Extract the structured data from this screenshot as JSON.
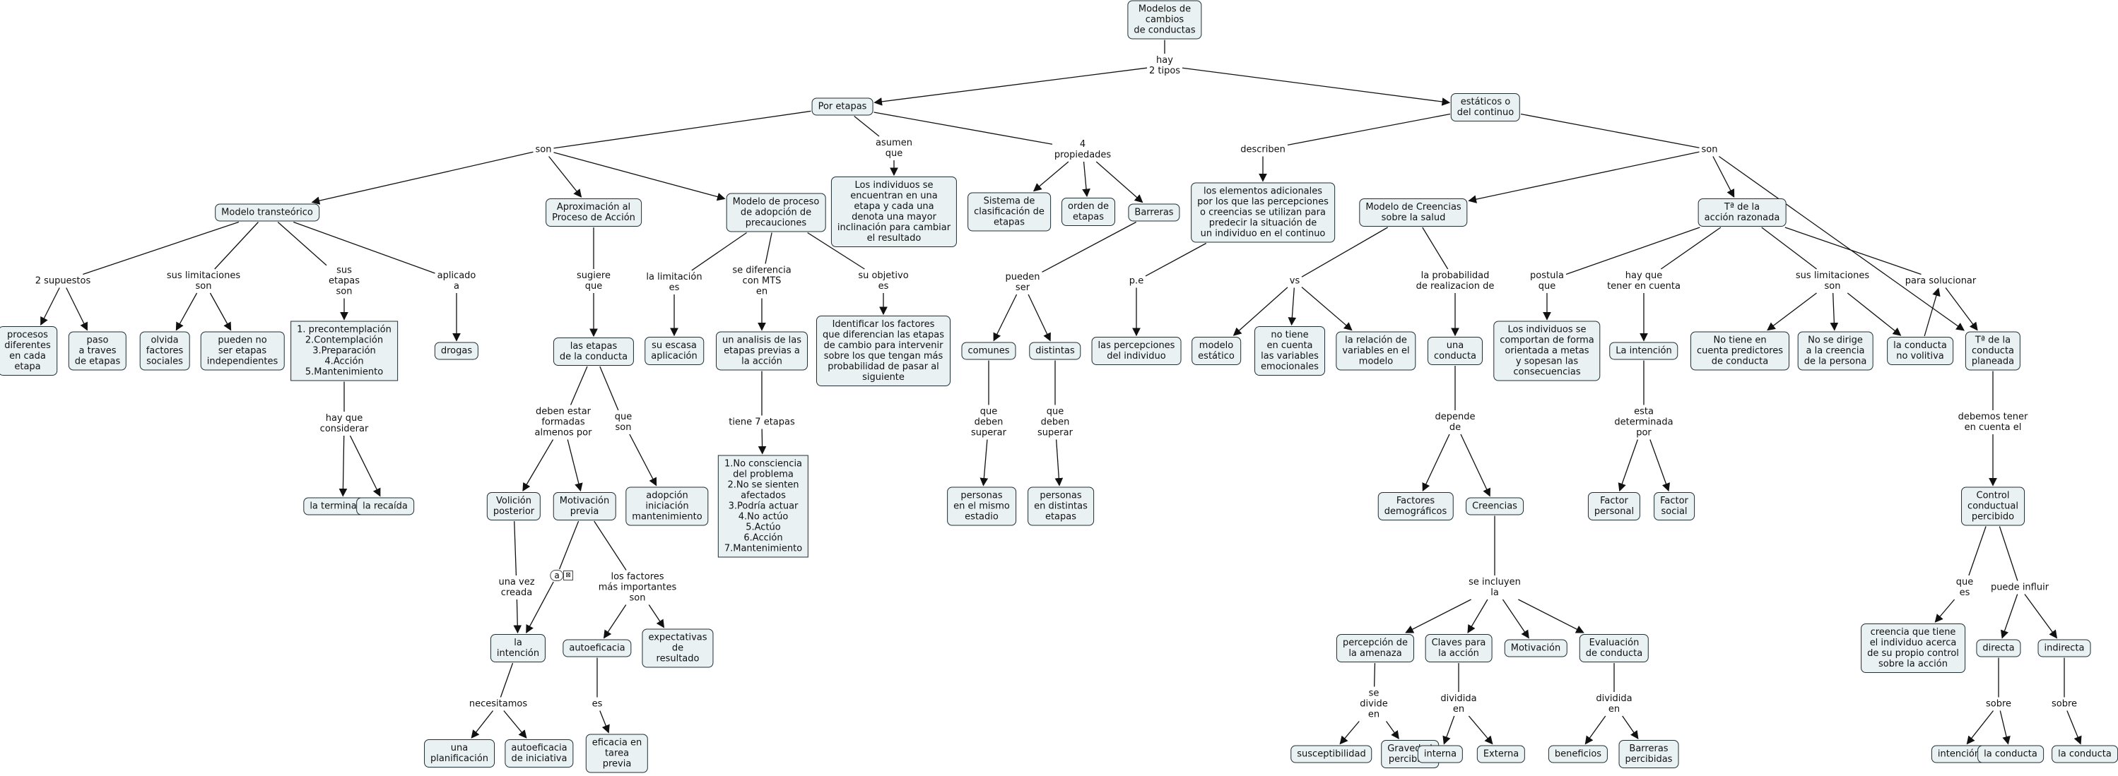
{
  "colors": {
    "node_fill": "#e9f1f3",
    "node_border": "#1f2f35",
    "edge": "#111111"
  },
  "nodes": {
    "root": "Modelos de\ncambios\nde conductas",
    "por_etapas": "Por etapas",
    "estaticos": "estáticos o\ndel continuo",
    "transteorico": "Modelo transteórico",
    "aprox": "Aproximación al\nProceso de Acción",
    "precauciones": "Modelo de proceso\nde adopción de\nprecauciones",
    "individuos_etapa": "Los individuos se\nencuentran en una\netapa y cada una\ndenota una mayor\ninclinación para cambiar\nel resultado",
    "sistema_clasif": "Sistema de\nclasificación de\netapas",
    "orden_etapas": "orden de\netapas",
    "barreras": "Barreras",
    "procesos_dif": "procesos\ndiferentes\nen cada\netapa",
    "paso_etapas": "paso\na traves\nde etapas",
    "olvida_factores": "olvida\nfactores\nsociales",
    "no_independientes": "pueden no\nser etapas\nindependientes",
    "lista_etapas": "1. precontemplación\n2.Contemplación\n3.Preparación\n4.Acción\n5.Mantenimiento",
    "drogas": "drogas",
    "terminacion": "la terminación",
    "recaida": "la recaída",
    "las_etapas": "las etapas\nde la conducta",
    "volicion": "Volición\nposterior",
    "motivacion_previa": "Motivación\nprevia",
    "adopcion": "adopción\niniciación\nmantenimiento",
    "la_intencion_a": "la\nintención",
    "autoeficacia": "autoeficacia",
    "expectativas": "expectativas\nde\nresultado",
    "planificacion": "una\nplanificación",
    "autoef_iniciativa": "autoeficacia\nde iniciativa",
    "eficacia_tarea": "eficacia en\ntarea\nprevia",
    "escasa": "su escasa\naplicación",
    "analisis": "un analisis de las\netapas previas a\nla acción",
    "lista7": "1.No consciencia\ndel problema\n2.No se sienten\nafectados\n3.Podría actuar\n4.No actúo\n5.Actúo\n6.Acción\n7.Mantenimiento",
    "identificar": "Identificar los factores\nque diferencian las etapas\nde cambio para intervenir\nsobre los que tengan más\nprobabilidad de pasar al\nsiguiente",
    "comunes": "comunes",
    "distintas": "distintas",
    "mismo_estadio": "personas\nen el mismo\nestadio",
    "distintas_etapas": "personas\nen distintas\netapas",
    "elementos_adic": "los elementos adicionales\npor los que las percepciones\no creencias se utilizan para\npredecir la situación de\nun individuo en el continuo",
    "percepciones_ind": "las percepciones\ndel individuo",
    "creencias_salud": "Modelo de Creencias\nsobre la salud",
    "modelo_estatico": "modelo\nestático",
    "no_emocionales": "no tiene\nen cuenta\nlas variables\nemocionales",
    "relacion_var": "la relación de\nvariables en el\nmodelo",
    "una_conducta": "una\nconducta",
    "factores_demo": "Factores\ndemográficos",
    "creencias": "Creencias",
    "percepcion_amenaza": "percepción de\nla amenaza",
    "claves_accion": "Claves para\nla acción",
    "motivacion": "Motivación",
    "eval_conducta": "Evaluación\nde conducta",
    "susceptibilidad": "susceptibilidad",
    "gravedad": "Gravedad\npercibida",
    "interna": "interna",
    "externa": "Externa",
    "beneficios": "beneficios",
    "barreras_perc": "Barreras\npercibidas",
    "accion_razonada": "Tª de la\nacción razonada",
    "comportan": "Los individuos se\ncomportan de forma\norientada a metas\ny sopesan las\nconsecuencias",
    "la_intencion_b": "La intención",
    "factor_personal": "Factor\npersonal",
    "factor_social": "Factor\nsocial",
    "no_predictores": "No tiene en\ncuenta predictores\nde conducta",
    "no_creencia": "No se dirige\na la creencia\nde la persona",
    "no_volitiva": "la conducta\nno volitiva",
    "conducta_planeada": "Tª de la\nconducta\nplaneada",
    "control": "Control\nconductual\npercibido",
    "creencia_control": "creencia que tiene\nel individuo acerca\nde su propio control\nsobre la acción",
    "directa": "directa",
    "indirecta": "indirecta",
    "intencion_c": "intención",
    "la_conducta_1": "la conducta",
    "la_conducta_2": "la conducta"
  },
  "links": {
    "hay_2_tipos": "hay\n2 tipos",
    "son_1": "son",
    "asumen_que": "asumen\nque",
    "4_propiedades": "4\npropiedades",
    "2_supuestos": "2 supuestos",
    "sus_limitaciones_1": "sus limitaciones\nson",
    "sus_etapas": "sus\netapas\nson",
    "aplicado_a": "aplicado\na",
    "hay_que_considerar": "hay que\nconsiderar",
    "sugiere_que": "sugiere\nque",
    "deben_estar": "deben estar\nformadas\nalmenos por",
    "que_son": "que\nson",
    "una_vez_creada": "una vez\ncreada",
    "factores_importantes": "los factores\nmás importantes\nson",
    "necesitamos": "necesitamos",
    "es_1": "es",
    "la_limitacion": "la limitación\nes",
    "se_diferencia": "se diferencia\ncon MTS\nen",
    "su_objetivo": "su objetivo\nes",
    "tiene_7": "tiene 7 etapas",
    "pueden_ser": "pueden\nser",
    "que_deben_1": "que\ndeben\nsuperar",
    "que_deben_2": "que\ndeben\nsuperar",
    "describen": "describen",
    "son_2": "son",
    "pe": "p.e",
    "vs": "vs",
    "probabilidad": "la probabilidad\nde realizacion de",
    "depende_de": "depende\nde",
    "se_incluyen": "se incluyen\nla",
    "se_divide": "se\ndivide\nen",
    "dividida_1": "dividida\nen",
    "dividida_2": "dividida\nen",
    "postula_que": "postula\nque",
    "hay_que_tener": "hay que\ntener en cuenta",
    "esta_determinada": "esta\ndeterminada\npor",
    "sus_limitaciones_2": "sus limitaciones\nson",
    "para_solucionar": "para solucionar",
    "debemos_tener": "debemos tener\nen cuenta el",
    "que_es": "que\nes",
    "puede_influir": "puede influir",
    "sobre_1": "sobre",
    "sobre_2": "sobre"
  },
  "context_marker": "a"
}
